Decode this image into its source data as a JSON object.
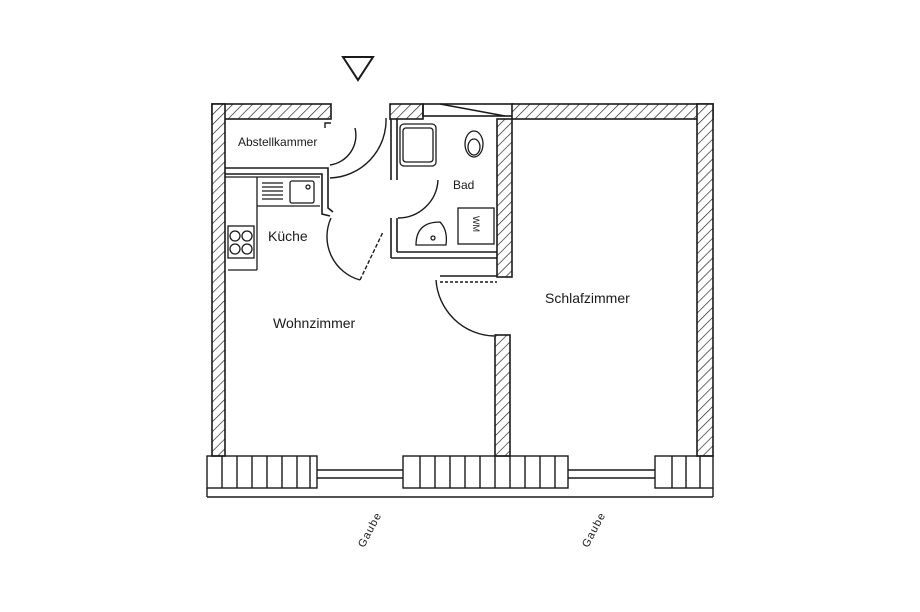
{
  "plan": {
    "type": "floor-plan",
    "entrance_marker": "entrance-triangle",
    "rooms": [
      {
        "id": "abstellkammer",
        "label": "Abstellkammer"
      },
      {
        "id": "kueche",
        "label": "Küche"
      },
      {
        "id": "bad",
        "label": "Bad"
      },
      {
        "id": "wohnzimmer",
        "label": "Wohnzimmer"
      },
      {
        "id": "schlafzimmer",
        "label": "Schlafzimmer"
      }
    ],
    "fixtures": {
      "washing_machine": "WM"
    },
    "annotations": {
      "gaube_left": "Gaube",
      "gaube_right": "Gaube"
    },
    "colors": {
      "line": "#1a1a1a",
      "background": "#ffffff"
    }
  }
}
